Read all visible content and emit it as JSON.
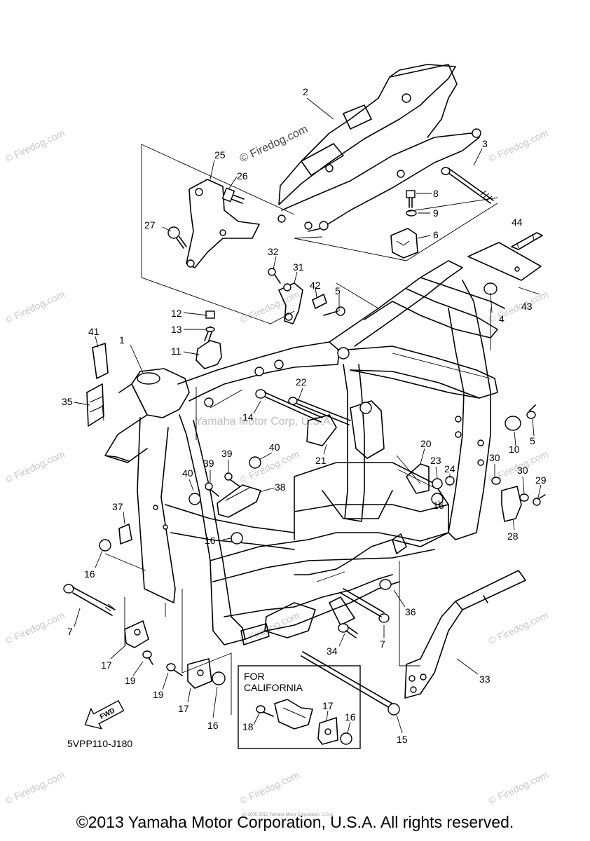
{
  "copyright": "©2013 Yamaha Motor Corporation, U.S.A. All rights reserved.",
  "tiny_credit": "(c) 2005-2015 Yamaha Motor Corporation, U.S.A.",
  "drawing_code": "5VPP110-J180",
  "california_box": {
    "line1": "FOR",
    "line2": "CALIFORNIA"
  },
  "fwd_label": "FWD",
  "watermarks": {
    "small": "© Firedog.com",
    "center": "© Firedog.com",
    "yamaha": "Yamaha Motor Corp, U.S.A."
  },
  "callouts": [
    {
      "id": "n1",
      "text": "1"
    },
    {
      "id": "n2",
      "text": "2"
    },
    {
      "id": "n3",
      "text": "3"
    },
    {
      "id": "n4",
      "text": "4"
    },
    {
      "id": "n5a",
      "text": "5"
    },
    {
      "id": "n5b",
      "text": "5"
    },
    {
      "id": "n6",
      "text": "6"
    },
    {
      "id": "n7a",
      "text": "7"
    },
    {
      "id": "n7b",
      "text": "7"
    },
    {
      "id": "n8",
      "text": "8"
    },
    {
      "id": "n9",
      "text": "9"
    },
    {
      "id": "n10",
      "text": "10"
    },
    {
      "id": "n11",
      "text": "11"
    },
    {
      "id": "n12",
      "text": "12"
    },
    {
      "id": "n13",
      "text": "13"
    },
    {
      "id": "n14",
      "text": "14"
    },
    {
      "id": "n15",
      "text": "15"
    },
    {
      "id": "n16a",
      "text": "16"
    },
    {
      "id": "n16b",
      "text": "16"
    },
    {
      "id": "n16c",
      "text": "16"
    },
    {
      "id": "n16d",
      "text": "16"
    },
    {
      "id": "n16e",
      "text": "16"
    },
    {
      "id": "n17a",
      "text": "17"
    },
    {
      "id": "n17b",
      "text": "17"
    },
    {
      "id": "n17c",
      "text": "17"
    },
    {
      "id": "n18",
      "text": "18"
    },
    {
      "id": "n19a",
      "text": "19"
    },
    {
      "id": "n19b",
      "text": "19"
    },
    {
      "id": "n20",
      "text": "20"
    },
    {
      "id": "n21",
      "text": "21"
    },
    {
      "id": "n22",
      "text": "22"
    },
    {
      "id": "n23",
      "text": "23"
    },
    {
      "id": "n24",
      "text": "24"
    },
    {
      "id": "n25",
      "text": "25"
    },
    {
      "id": "n26",
      "text": "26"
    },
    {
      "id": "n27",
      "text": "27"
    },
    {
      "id": "n28",
      "text": "28"
    },
    {
      "id": "n29",
      "text": "29"
    },
    {
      "id": "n30a",
      "text": "30"
    },
    {
      "id": "n30b",
      "text": "30"
    },
    {
      "id": "n31",
      "text": "31"
    },
    {
      "id": "n32",
      "text": "32"
    },
    {
      "id": "n33",
      "text": "33"
    },
    {
      "id": "n34",
      "text": "34"
    },
    {
      "id": "n35",
      "text": "35"
    },
    {
      "id": "n36",
      "text": "36"
    },
    {
      "id": "n37",
      "text": "37"
    },
    {
      "id": "n38",
      "text": "38"
    },
    {
      "id": "n39a",
      "text": "39"
    },
    {
      "id": "n39b",
      "text": "39"
    },
    {
      "id": "n40a",
      "text": "40"
    },
    {
      "id": "n40b",
      "text": "40"
    },
    {
      "id": "n41",
      "text": "41"
    },
    {
      "id": "n42",
      "text": "42"
    },
    {
      "id": "n43",
      "text": "43"
    },
    {
      "id": "n44",
      "text": "44"
    }
  ]
}
